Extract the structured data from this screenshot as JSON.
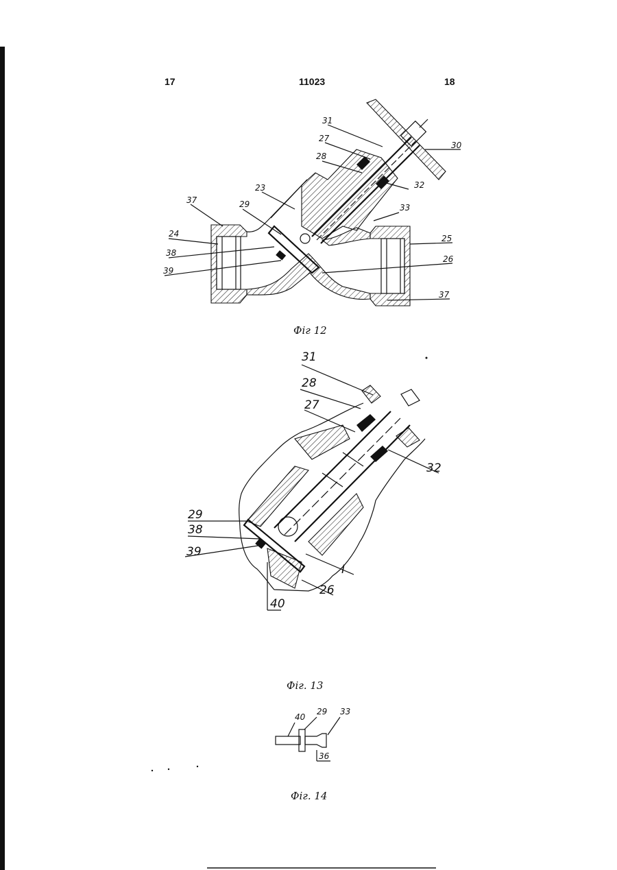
{
  "header": {
    "page_left": "17",
    "patent_number": "11023",
    "page_right": "18"
  },
  "figures": [
    {
      "caption": "Фіг 12",
      "labels": [
        "31",
        "27",
        "28",
        "30",
        "32",
        "23",
        "29",
        "33",
        "37",
        "24",
        "25",
        "38",
        "26",
        "39",
        "37"
      ]
    },
    {
      "caption": "Фіг. 13",
      "labels": [
        "31",
        "28",
        "27",
        "32",
        "29",
        "38",
        "39",
        "I",
        "26",
        "40"
      ]
    },
    {
      "caption": "Фіг. 14",
      "labels": [
        "40",
        "29",
        "33",
        "36"
      ]
    }
  ]
}
